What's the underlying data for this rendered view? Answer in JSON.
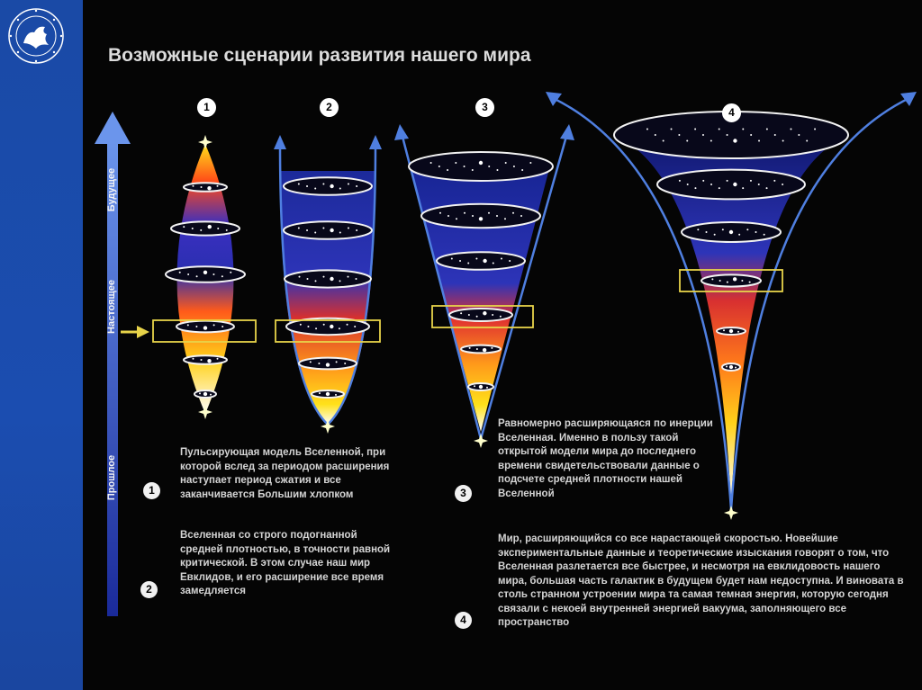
{
  "slide": {
    "title": "Возможные сценарии развития нашего мира",
    "colors": {
      "sidebar": "#1b4cad",
      "background": "#050505",
      "arrow": "#4f7fe0",
      "present_box": "#e8d44a",
      "hot": "#ffd11a",
      "warm": "#ff5a1a",
      "cool": "#2a2fb0"
    }
  },
  "axis": {
    "future": "Будущее",
    "present": "Настоящее",
    "past": "Прошлое"
  },
  "scenarios": [
    {
      "number": "1",
      "description": "Пульсирующая модель Вселенной, при которой вслед за периодом расширения наступает период сжатия и все заканчивается Большим хлопком"
    },
    {
      "number": "2",
      "description": "Вселенная со строго подогнанной средней плотностью, в точности равной критической. В этом случае наш мир Евклидов, и его расширение все время замедляется"
    },
    {
      "number": "3",
      "description": "Равномерно расширяющаяся по инерции Вселенная. Именно в пользу такой открытой модели мира до последнего времени свидетельствовали данные о подсчете средней плотности нашей Вселенной"
    },
    {
      "number": "4",
      "description": "Мир, расширяющийся со все нарастающей скоростью. Новейшие экспериментальные данные и теоретические изыскания говорят о том, что Вселенная разлетается все быстрее, и несмотря на евклидовость нашего мира, большая часть галактик в будущем будет нам недоступна. И виновата в столь странном устроении мира та самая темная энергия, которую сегодня связали с некоей внутренней энергией вакуума, заполняющего все пространство"
    }
  ]
}
